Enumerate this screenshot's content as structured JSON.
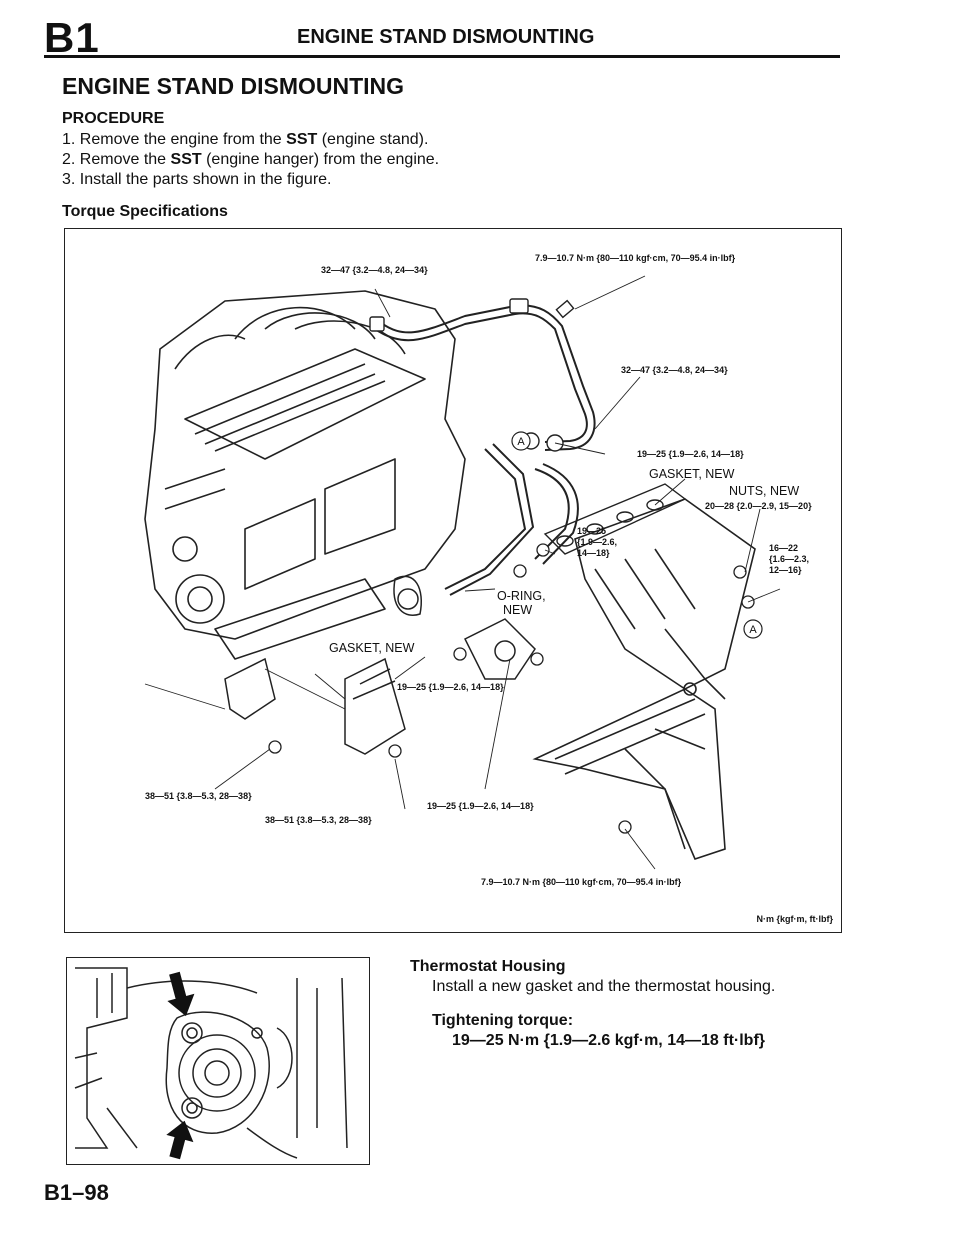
{
  "header": {
    "section_code": "B1",
    "section_title": "ENGINE STAND DISMOUNTING"
  },
  "page_title": "ENGINE STAND DISMOUNTING",
  "procedure": {
    "heading": "PROCEDURE",
    "steps": [
      {
        "num": "1.",
        "pre": "Remove the engine from the ",
        "bold": "SST",
        "post": " (engine stand)."
      },
      {
        "num": "2.",
        "pre": "Remove the ",
        "bold": "SST",
        "post": " (engine hanger) from the engine."
      },
      {
        "num": "3.",
        "pre": "Install the parts shown in the figure.",
        "bold": "",
        "post": ""
      }
    ]
  },
  "torque_heading": "Torque Specifications",
  "figure": {
    "callouts": {
      "t_top_right": "7.9—10.7 N·m {80—110 kgf·cm, 70—95.4 in·lbf}",
      "t_top_left": "32—47 {3.2—4.8, 24—34}",
      "t_pipe_right": "32—47 {3.2—4.8, 24—34}",
      "t_bolt_19a": "19—25 {1.9—2.6, 14—18}",
      "gasket_new_1": "GASKET, NEW",
      "nuts_new": "NUTS, NEW",
      "t_nuts": "20—28 {2.0—2.9, 15—20}",
      "t_19b_l1": "19—25",
      "t_19b_l2": "{1.9—2.6,",
      "t_19b_l3": "14—18}",
      "t_16_l1": "16—22",
      "t_16_l2": "{1.6—2.3,",
      "t_16_l3": "12—16}",
      "oring": "O-RING,",
      "oring_new": "NEW",
      "gasket_new_2": "GASKET, NEW",
      "t_19c": "19—25 {1.9—2.6, 14—18}",
      "t_38a": "38—51 {3.8—5.3, 28—38}",
      "t_19d": "19—25 {1.9—2.6, 14—18}",
      "t_38b": "38—51 {3.8—5.3, 28—38}",
      "t_bottom": "7.9—10.7 N·m {80—110 kgf·cm, 70—95.4 in·lbf}",
      "marker_a": "A",
      "units": "N·m {kgf·m, ft·lbf}"
    }
  },
  "thermostat": {
    "heading": "Thermostat Housing",
    "text": "Install a new gasket and the thermostat housing.",
    "torque_heading": "Tightening torque:",
    "torque_value": "19—25 N·m {1.9—2.6 kgf·m, 14—18 ft·lbf}"
  },
  "page_number": "B1–98"
}
